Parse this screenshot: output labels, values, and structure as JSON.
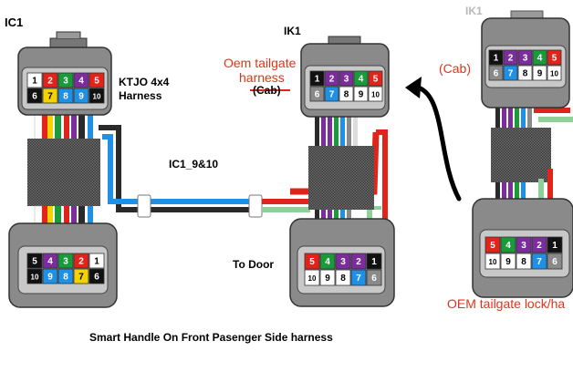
{
  "labels": {
    "ic1": "IC1",
    "ktjo_line1": "KTJO 4x4",
    "ktjo_line2": "Harness",
    "ik1_center": "IK1",
    "oem_tailgate_line1": "Oem tailgate",
    "oem_tailgate_line2": "harness",
    "cab_struck": "(Cab)",
    "ik1_right": "IK1",
    "cab_right": "(Cab)",
    "ic1_9_10": "IC1_9&10",
    "to_door": "To Door",
    "oem_lock": "OEM tailgate lock/ha",
    "caption": "Smart Handle On Front Pasenger Side harness"
  },
  "connectors": {
    "ic1_top": {
      "row1": [
        "1",
        "2",
        "3",
        "4",
        "5"
      ],
      "row2": [
        "6",
        "7",
        "8",
        "9",
        "10"
      ],
      "row1_colors": [
        "#ffffff",
        "#e2231a",
        "#1a9a3a",
        "#7b2d9c",
        "#e2231a"
      ],
      "row2_colors": [
        "#111111",
        "#f2d200",
        "#1e90e6",
        "#1e90e6",
        "#111111"
      ]
    },
    "ic1_bottom": {
      "row1": [
        "5",
        "4",
        "3",
        "2",
        "1"
      ],
      "row2": [
        "10",
        "9",
        "8",
        "7",
        "6"
      ],
      "row1_colors": [
        "#111111",
        "#7b2d9c",
        "#1a9a3a",
        "#e2231a",
        "#ffffff"
      ],
      "row2_colors": [
        "#111111",
        "#1e90e6",
        "#1e90e6",
        "#f2d200",
        "#111111"
      ]
    },
    "ik1_top": {
      "row1": [
        "1",
        "2",
        "3",
        "4",
        "5"
      ],
      "row2": [
        "6",
        "7",
        "8",
        "9",
        "10"
      ],
      "row1_colors": [
        "#111111",
        "#7b2d9c",
        "#7b2d9c",
        "#1a9a3a",
        "#e2231a"
      ],
      "row2_colors": [
        "#8a8a8a",
        "#1e90e6",
        "#ffffff",
        "#ffffff",
        "#ffffff"
      ]
    },
    "ik1_bottom": {
      "row1": [
        "5",
        "4",
        "3",
        "2",
        "1"
      ],
      "row2": [
        "10",
        "9",
        "8",
        "7",
        "6"
      ],
      "row1_colors": [
        "#e2231a",
        "#1a9a3a",
        "#7b2d9c",
        "#7b2d9c",
        "#111111"
      ],
      "row2_colors": [
        "#ffffff",
        "#ffffff",
        "#ffffff",
        "#1e90e6",
        "#8a8a8a"
      ]
    },
    "ik1r_top": {
      "row1": [
        "1",
        "2",
        "3",
        "4",
        "5"
      ],
      "row2": [
        "6",
        "7",
        "8",
        "9",
        "10"
      ],
      "row1_colors": [
        "#111111",
        "#7b2d9c",
        "#7b2d9c",
        "#1a9a3a",
        "#e2231a"
      ],
      "row2_colors": [
        "#8a8a8a",
        "#1e90e6",
        "#ffffff",
        "#ffffff",
        "#ffffff"
      ]
    },
    "ik1r_bottom": {
      "row1": [
        "5",
        "4",
        "3",
        "2",
        "1"
      ],
      "row2": [
        "10",
        "9",
        "8",
        "7",
        "6"
      ],
      "row1_colors": [
        "#e2231a",
        "#1a9a3a",
        "#7b2d9c",
        "#7b2d9c",
        "#111111"
      ],
      "row2_colors": [
        "#ffffff",
        "#ffffff",
        "#ffffff",
        "#1e90e6",
        "#8a8a8a"
      ]
    }
  }
}
